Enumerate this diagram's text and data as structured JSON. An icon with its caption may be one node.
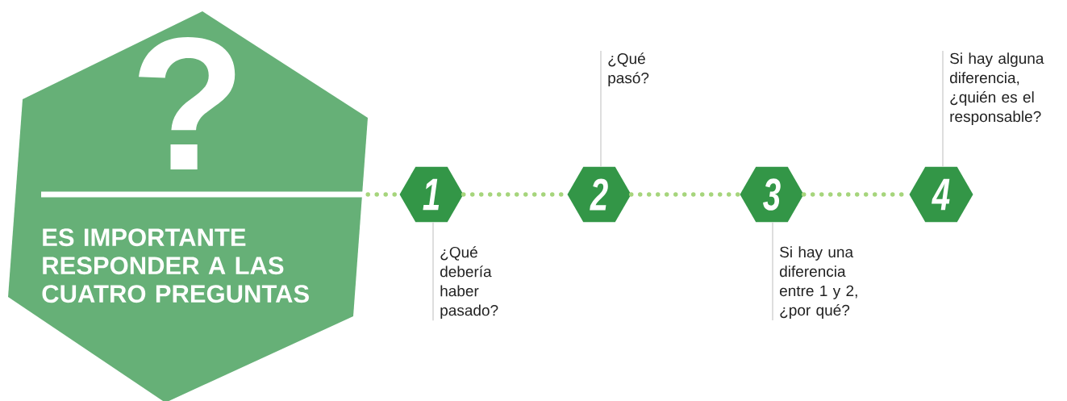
{
  "diagram": {
    "nodes": [
      {
        "text": [
          "?",
          "ES IMPORTANTE RESPONDER A LAS CUATRO PREGUNTAS"
        ]
      },
      {
        "text": [
          "1"
        ]
      },
      {
        "text": [
          "2"
        ]
      },
      {
        "text": [
          "3"
        ]
      },
      {
        "text": [
          "4"
        ]
      },
      {
        "text": [
          "¿Qué debería haber pasado?"
        ]
      },
      {
        "text": [
          "¿Qué pasó?"
        ]
      },
      {
        "text": [
          "Si hay una diferencia entre 1 y 2, ¿por qué?"
        ]
      },
      {
        "text": [
          "Si hay alguna diferencia, ¿quién es el responsable?"
        ]
      }
    ],
    "edges": [
      {
        "from": 0,
        "to": 1,
        "arrow": "none",
        "style": "dashed",
        "color": "#a6d57c"
      },
      {
        "from": 1,
        "to": 2,
        "arrow": "none",
        "style": "dashed",
        "color": "#a6d57c"
      },
      {
        "from": 2,
        "to": 3,
        "arrow": "none",
        "style": "dashed",
        "color": "#a6d57c"
      },
      {
        "from": 3,
        "to": 4,
        "arrow": "none",
        "style": "dashed",
        "color": "#a6d57c"
      },
      {
        "from": 5,
        "to": 1,
        "arrow": "none",
        "color": "#c8c8c8"
      },
      {
        "from": 6,
        "to": 2,
        "arrow": "none",
        "color": "#c8c8c8"
      },
      {
        "from": 7,
        "to": 3,
        "arrow": "none",
        "color": "#c8c8c8"
      },
      {
        "from": 8,
        "to": 4,
        "arrow": "none",
        "color": "#c8c8c8"
      }
    ]
  }
}
